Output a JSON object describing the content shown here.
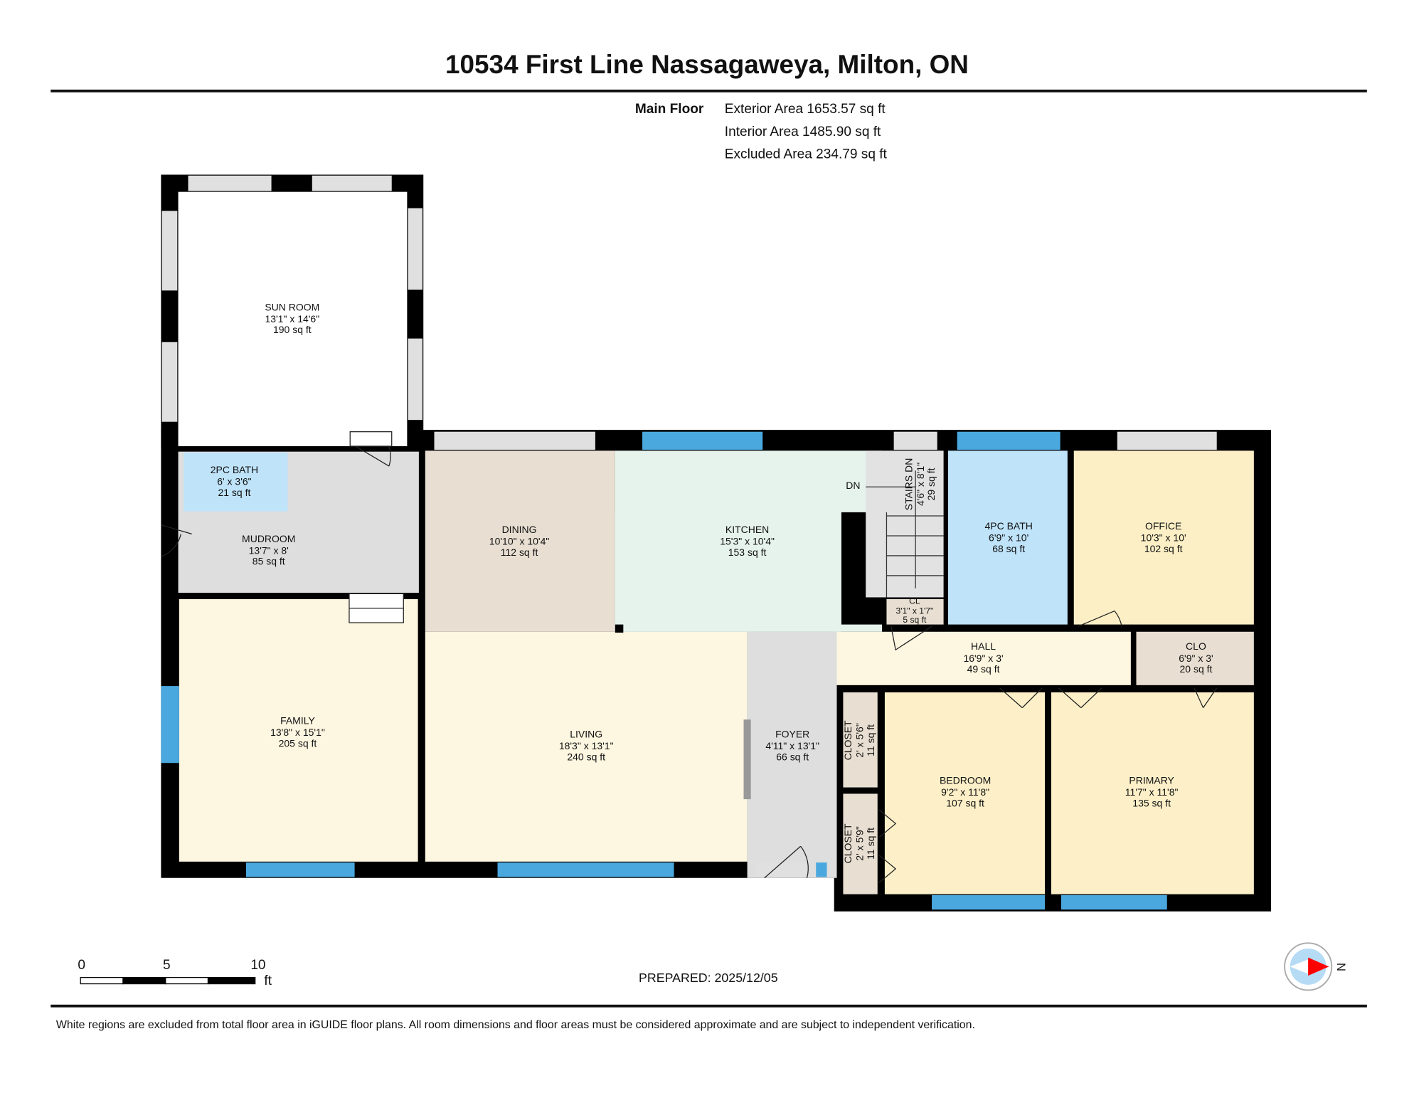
{
  "header": {
    "title": "10534 First Line Nassagaweya, Milton, ON"
  },
  "areas": {
    "floor": "Main Floor",
    "exterior": "Exterior Area 1653.57 sq ft",
    "interior": "Interior Area 1485.90 sq ft",
    "excluded": "Excluded Area 234.79 sq ft"
  },
  "rooms": {
    "sun_room": {
      "name": "SUN ROOM",
      "dims": "13'1\" x 14'6\"",
      "area": "190 sq ft"
    },
    "bath2": {
      "name": "2PC BATH",
      "dims": "6' x 3'6\"",
      "area": "21 sq ft"
    },
    "mudroom": {
      "name": "MUDROOM",
      "dims": "13'7\" x 8'",
      "area": "85 sq ft"
    },
    "dining": {
      "name": "DINING",
      "dims": "10'10\" x 10'4\"",
      "area": "112 sq ft"
    },
    "kitchen": {
      "name": "KITCHEN",
      "dims": "15'3\" x 10'4\"",
      "area": "153 sq ft"
    },
    "stairs": {
      "name": "STAIRS DN",
      "dims": "4'6\" x 8'1\"",
      "area": "29 sq ft"
    },
    "bath4": {
      "name": "4PC BATH",
      "dims": "6'9\" x 10'",
      "area": "68 sq ft"
    },
    "office": {
      "name": "OFFICE",
      "dims": "10'3\" x 10'",
      "area": "102 sq ft"
    },
    "cl": {
      "name": "CL",
      "dims": "3'1\" x 1'7\"",
      "area": "5 sq ft"
    },
    "hall": {
      "name": "HALL",
      "dims": "16'9\" x 3'",
      "area": "49 sq ft"
    },
    "clo": {
      "name": "CLO",
      "dims": "6'9\" x 3'",
      "area": "20 sq ft"
    },
    "family": {
      "name": "FAMILY",
      "dims": "13'8\" x 15'1\"",
      "area": "205 sq ft"
    },
    "living": {
      "name": "LIVING",
      "dims": "18'3\" x 13'1\"",
      "area": "240 sq ft"
    },
    "foyer": {
      "name": "FOYER",
      "dims": "4'11\" x 13'1\"",
      "area": "66 sq ft"
    },
    "closet1": {
      "name": "CLOSET",
      "dims": "2' x 5'6\"",
      "area": "11 sq ft"
    },
    "closet2": {
      "name": "CLOSET",
      "dims": "2' x 5'9\"",
      "area": "11 sq ft"
    },
    "bedroom": {
      "name": "BEDROOM",
      "dims": "9'2\" x 11'8\"",
      "area": "107 sq ft"
    },
    "primary": {
      "name": "PRIMARY",
      "dims": "11'7\" x 11'8\"",
      "area": "135 sq ft"
    }
  },
  "stair_label": "DN",
  "scale_bar": {
    "ticks": [
      "0",
      "5",
      "10"
    ],
    "unit": "ft"
  },
  "prepared": "PREPARED: 2025/12/05",
  "compass": {
    "label": "N",
    "icon": "compass-icon"
  },
  "footer": "White regions are excluded from total floor area in iGUIDE floor plans. All room dimensions and floor areas must be considered approximate and are subject to independent verification.",
  "colors": {
    "wall": "#000000",
    "window": "#4aa8de",
    "bath": "#bfe3f9",
    "gray": "#dedede",
    "cream": "#fdf6e0",
    "tan": "#e8dfd2",
    "kitchen": "#e6f3ec",
    "yellow": "#fcefc6"
  }
}
